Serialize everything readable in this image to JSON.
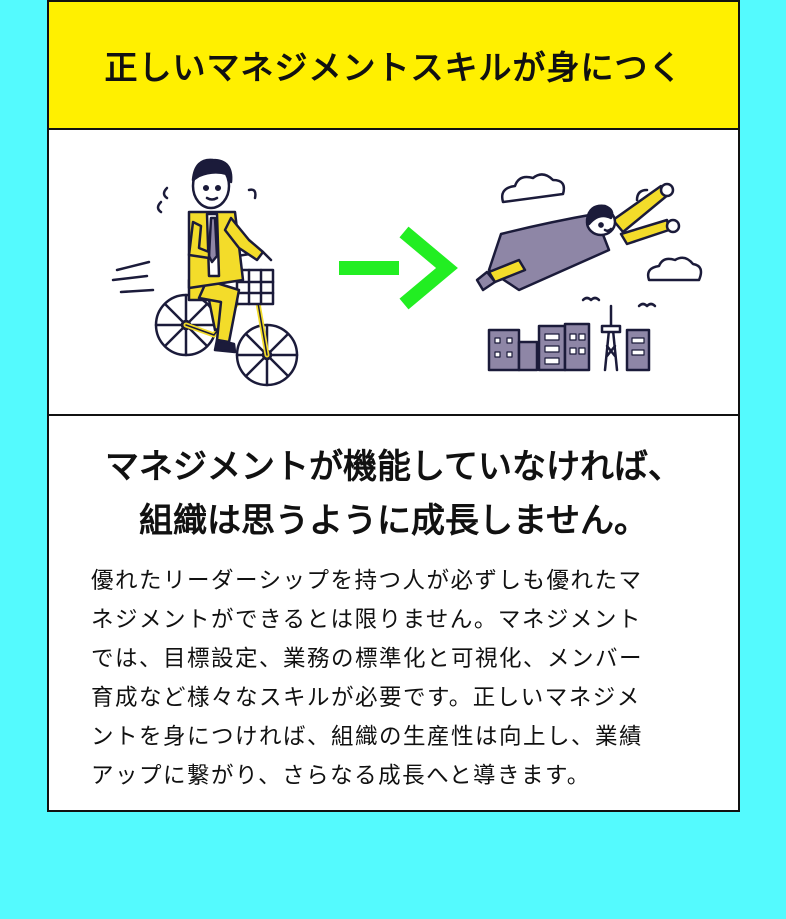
{
  "banner": {
    "title": "正しいマネジメントスキルが身につく"
  },
  "headline": {
    "line1": "マネジメントが機能していなければ、",
    "line2": "組織は思うように成長しません。"
  },
  "body": {
    "lines": [
      "優れたリーダーシップを持つ人が必ずしも優れたマ",
      "ネジメントができるとは限りません。マネジメント",
      "では、目標設定、業務の標準化と可視化、メンバー",
      "育成など様々なスキルが必要です。正しいマネジメ",
      "ントを身につければ、組織の生産性は向上し、業績",
      "アップに繋がり、さらなる成長へと導きます。"
    ]
  },
  "colors": {
    "background": "#54fafe",
    "banner": "#fff000",
    "arrow": "#22ee22",
    "suit": "#f3dc2a",
    "cape": "#8e86a6"
  },
  "illustration": {
    "left": "cyclist-illustration",
    "middle": "arrow-right-icon",
    "right": "flying-hero-illustration"
  }
}
